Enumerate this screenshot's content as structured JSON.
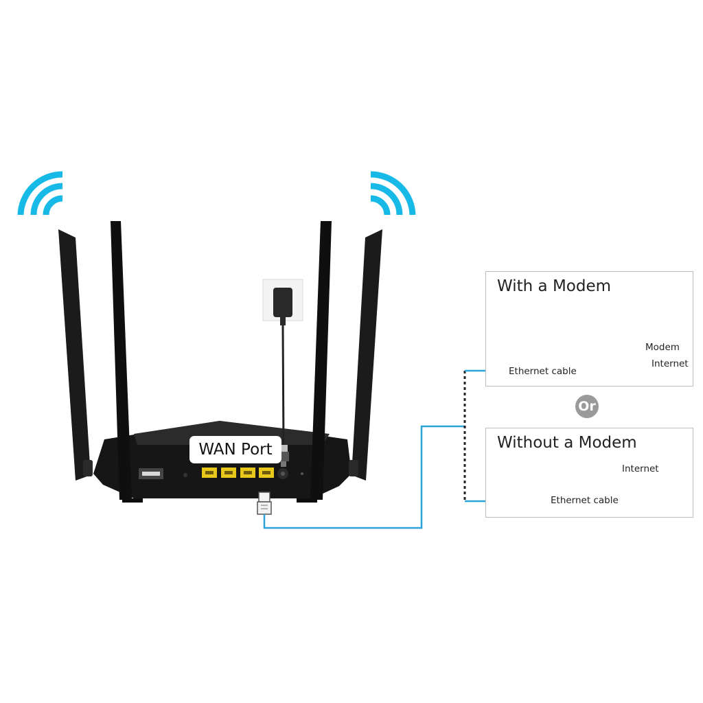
{
  "router": {
    "wan_port_label": "WAN Port"
  },
  "with_modem": {
    "title": "With a Modem",
    "modem_label": "Modem",
    "internet_label": "Internet",
    "cable_label": "Ethernet cable"
  },
  "or_label": "Or",
  "without_modem": {
    "title": "Without a Modem",
    "internet_label": "Internet",
    "cable_label": "Ethernet cable"
  },
  "colors": {
    "wifi_signal": "#17b9e6",
    "cable": "#2aa4d8",
    "router_body": "#151515",
    "lan_port": "#e8c81a",
    "box_border": "#bdbdbd",
    "or_badge": "#9a9a9a"
  }
}
